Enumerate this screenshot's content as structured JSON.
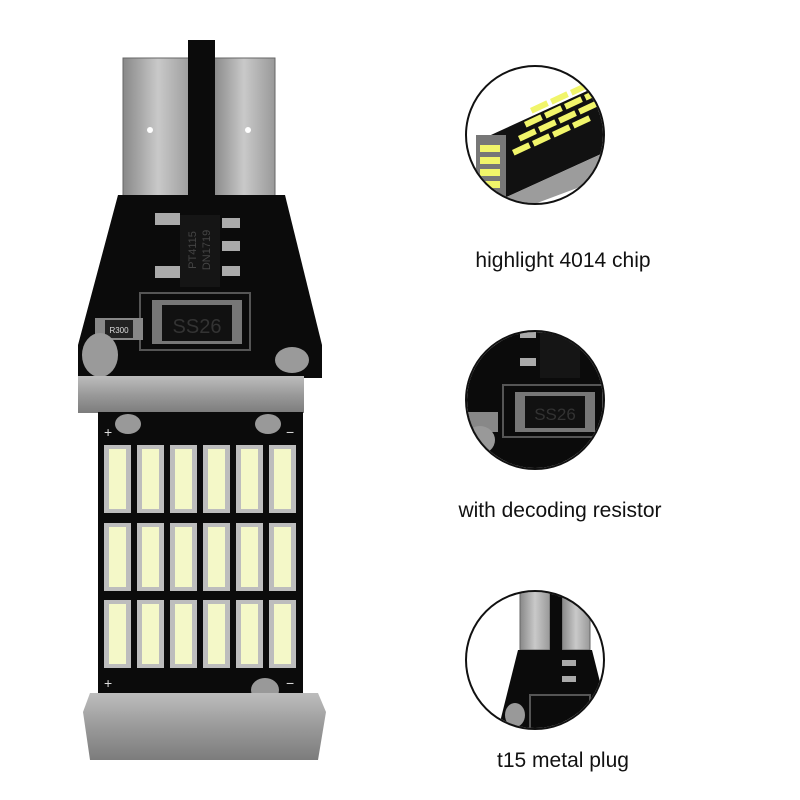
{
  "captions": {
    "chip": "highlight 4014 chip",
    "resistor": "with decoding resistor",
    "plug": "t15 metal plug"
  },
  "component_marks": {
    "driver_ic_line1": "PT4115",
    "driver_ic_line2": "DN1719",
    "diode": "SS26",
    "resistor": "R300",
    "plus": "+",
    "minus": "−"
  },
  "led_grid": {
    "rows": 3,
    "cols": 6
  },
  "colors": {
    "pcb": "#0b0b0b",
    "metal": "#a9a9a9",
    "led": "#f4f8c8",
    "led_glow": "#ffffff"
  }
}
